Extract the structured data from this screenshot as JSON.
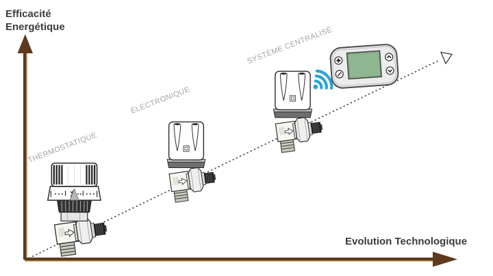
{
  "figure": {
    "y_axis": {
      "label_line1": "Efficacité",
      "label_line2": "Energétique"
    },
    "x_axis": {
      "label": "Evolution Technologique"
    },
    "stages": [
      {
        "label": "THERMOSTATIQUE",
        "illustration": "thermostatic-radiator-valve"
      },
      {
        "label": "ÉLECTRONIQUE",
        "illustration": "electronic-radiator-valve"
      },
      {
        "label": "SYSTÈME CENTRALISÉ",
        "illustration": "connected-radiator-valve-with-wifi-and-controller"
      }
    ],
    "icons": {
      "wifi": "wifi-signal-icon",
      "controller": "wall-thermostat-lcd-controller",
      "trend_arrow": "dotted-ascending-arrow"
    },
    "colors": {
      "axis_brown": "#5e3a1e",
      "axis_highlight": "#d9b77c",
      "title_text": "#3b3b3b",
      "stage_label": "#a3a3a3",
      "wifi_blue": "#2aa3dc",
      "lcd_green": "#8fb792"
    }
  }
}
